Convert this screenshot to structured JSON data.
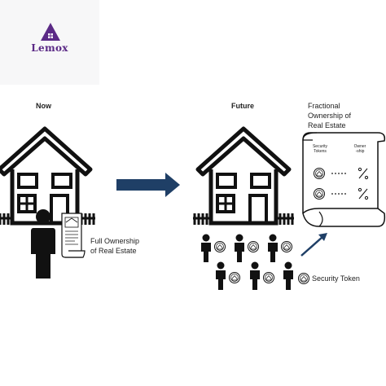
{
  "logo": {
    "brand": "Lemox",
    "color": "#5b2a86"
  },
  "left_panel": {
    "heading": "Now",
    "caption_line1": "Full Ownership",
    "caption_line2": "of Real Estate"
  },
  "right_panel": {
    "heading": "Future",
    "fractional_title_line1": "Fractional",
    "fractional_title_line2": "Ownership of",
    "fractional_title_line3": "Real Estate",
    "doc_col1_line1": "Security",
    "doc_col1_line2": "Tokens",
    "doc_col2_line1": "Owner",
    "doc_col2_line2": "-ship",
    "token_caption": "Security Token"
  },
  "colors": {
    "arrow": "#1f3f66",
    "ink": "#111111"
  }
}
